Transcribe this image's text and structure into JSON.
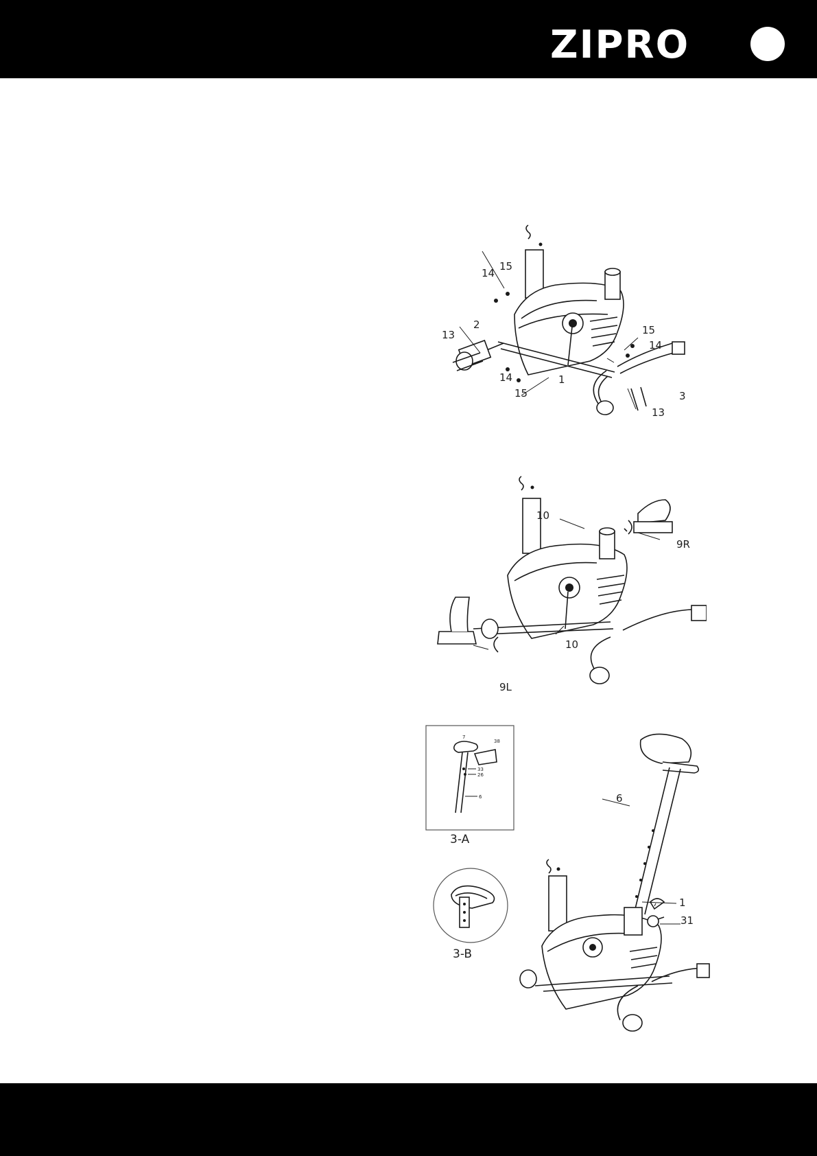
{
  "header": {
    "brand": "ZIPRO"
  },
  "step1": {
    "callouts": [
      "15",
      "14",
      "13",
      "2",
      "14",
      "15",
      "1",
      "15",
      "14",
      "3",
      "13"
    ]
  },
  "step2": {
    "callouts": [
      "10",
      "9R",
      "10",
      "9L"
    ]
  },
  "step3": {
    "detail_a": {
      "caption": "3-A",
      "callouts": [
        "7",
        "38",
        "33",
        "26",
        "6"
      ]
    },
    "detail_b": {
      "caption": "3-B"
    },
    "callouts": [
      "6",
      "1",
      "31"
    ]
  },
  "colors": {
    "bar": "#000000",
    "page": "#ffffff",
    "ink": "#1a1a1a"
  }
}
